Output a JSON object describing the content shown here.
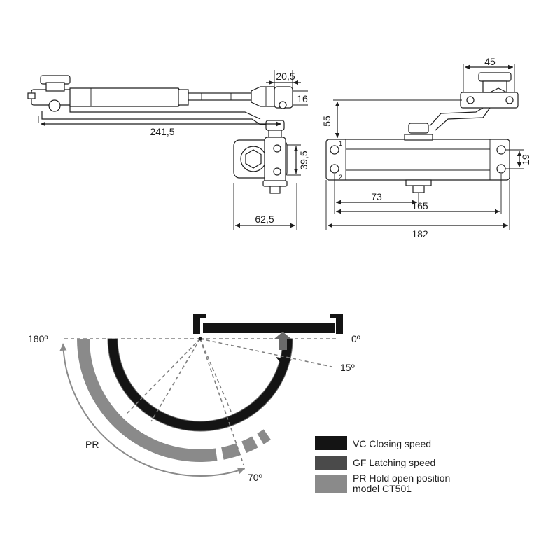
{
  "dimensions": {
    "arm_length": "241,5",
    "rod_end_width": "20,5",
    "rod_end_height": "16",
    "shoe_height": "39,5",
    "shoe_depth": "62,5",
    "bracket_width": "45",
    "arm_offset": "55",
    "hole_spacing_v": "19",
    "spindle_offset": "73",
    "hole_spacing_h": "165",
    "body_length": "182"
  },
  "body_markers": {
    "top": "1",
    "bottom": "2"
  },
  "angles": {
    "a180": "180º",
    "a0": "0º",
    "a15": "15º",
    "a70": "70º"
  },
  "pr_label": "PR",
  "legend": [
    {
      "label": "VC Closing speed",
      "color": "#141414"
    },
    {
      "label": "GF Latching speed",
      "color": "#4a4a4a"
    },
    {
      "label": "PR  Hold open position",
      "label2": "model  CT501",
      "color": "#8a8a8a"
    }
  ],
  "colors": {
    "closing": "#141414",
    "latching": "#4a4a4a",
    "hold_open": "#8a8a8a",
    "line": "#1e1e1e"
  }
}
